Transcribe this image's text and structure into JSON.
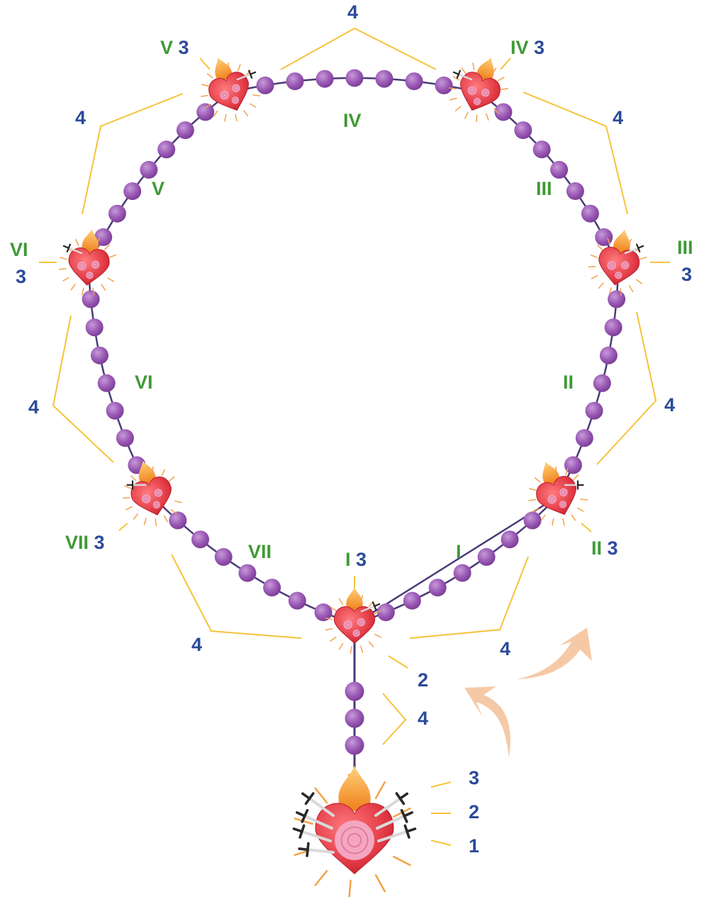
{
  "colors": {
    "bead": "#9b5bb6",
    "bead_highlight": "#c79ad8",
    "cord": "#4b3a78",
    "heart": "#e23a45",
    "heart_highlight": "#ff7b7f",
    "flame": "#f39a2c",
    "rays": "#f2a24a",
    "guide_lines": "#f5c33b",
    "roman_labels": "#3f9a35",
    "number_labels": "#2b4a9a",
    "arrow": "#f6c9a6",
    "sword": "#2a2a2a"
  },
  "icons": [
    "sorrowful-heart-icon",
    "sword-icon",
    "flame-icon",
    "rose-icon",
    "prayer-bead-icon",
    "direction-arrow-icon"
  ],
  "segments": [
    {
      "roman": "I",
      "beads": 7
    },
    {
      "roman": "II",
      "beads": 7
    },
    {
      "roman": "III",
      "beads": 7
    },
    {
      "roman": "IV",
      "beads": 7
    },
    {
      "roman": "V",
      "beads": 7
    },
    {
      "roman": "VI",
      "beads": 7
    },
    {
      "roman": "VII",
      "beads": 7
    }
  ],
  "heart_labels": [
    {
      "roman": "I",
      "count": "3"
    },
    {
      "roman": "II",
      "count": "3"
    },
    {
      "roman": "III",
      "count": "3"
    },
    {
      "roman": "IV",
      "count": "3"
    },
    {
      "roman": "V",
      "count": "3"
    },
    {
      "roman": "VI",
      "count": "3"
    },
    {
      "roman": "VII",
      "count": "3"
    }
  ],
  "bracket_label": "4",
  "pendant": {
    "beads": 3,
    "labels": {
      "top": "2",
      "beads": "4",
      "prayers": [
        "3",
        "2",
        "1"
      ]
    }
  }
}
